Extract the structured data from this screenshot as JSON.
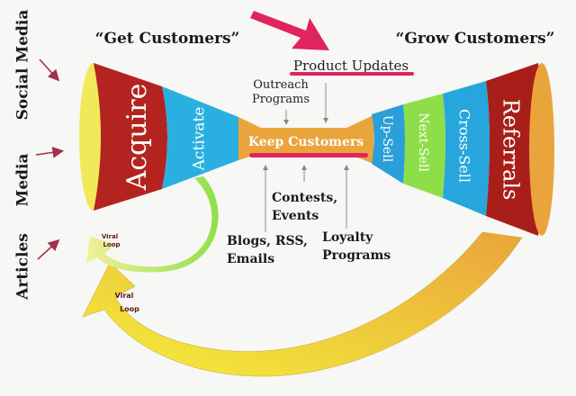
{
  "headings": {
    "get": "“Get Customers”",
    "grow": "“Grow Customers”"
  },
  "sources": [
    "Social Media",
    "Media",
    "Articles"
  ],
  "stages": {
    "acquire": "Acquire",
    "activate": "Activate",
    "keep": "Keep Customers",
    "upsell": "Up-Sell",
    "nextsell": "Next-Sell",
    "crosssell": "Cross-Sell",
    "referrals": "Referrals"
  },
  "inputs": {
    "product_updates": "Product Updates",
    "outreach_1": "Outreach",
    "outreach_2": "Programs",
    "contests_1": "Contests,",
    "contests_2": "Events",
    "blogs_1": "Blogs, RSS,",
    "blogs_2": "Emails",
    "loyalty_1": "Loyalty",
    "loyalty_2": "Programs"
  },
  "loops": {
    "small_1": "Viral",
    "small_2": "Loop",
    "big_1": "Viral",
    "big_2": "Loop"
  },
  "colors": {
    "acquire": "#b3231f",
    "activate": "#29b0e0",
    "keep": "#eaa43c",
    "upsell": "#2a9fd8",
    "nextsell": "#8ede4a",
    "crosssell": "#26a6dc",
    "referrals": "#a81f1a",
    "mouth_left": "#f0ea5a",
    "mouth_right": "#eaa43c",
    "highlight": "#e0245e",
    "source_arrow": "#a3324a"
  }
}
